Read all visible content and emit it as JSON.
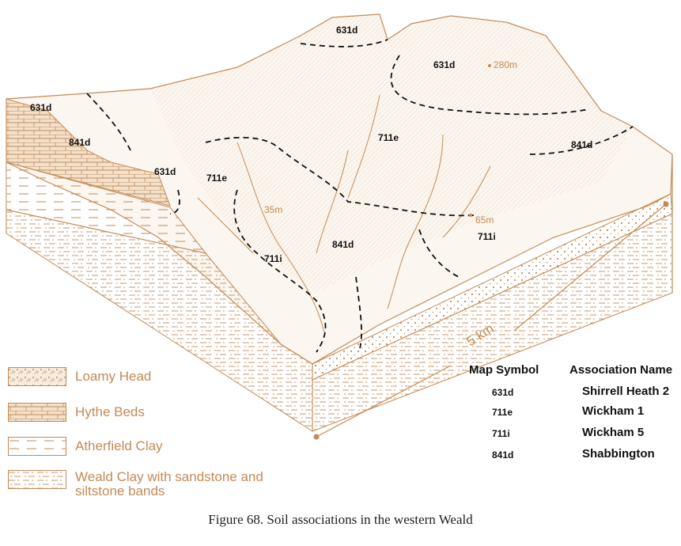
{
  "map_labels": {
    "l631_top": "631d",
    "l631_hill": "631d",
    "l631_left": "631d",
    "l631_mid": "631d",
    "l841_left": "841d",
    "l841_right": "841d",
    "l841_center": "841d",
    "l711e_center": "711e",
    "l711e_left": "711e",
    "l711i_left": "711i",
    "l711i_right": "711i"
  },
  "elevations": {
    "e280": "280m",
    "e35": "35m",
    "e65": "65m"
  },
  "scale_label": "5 km",
  "legend": [
    {
      "label": "Loamy Head"
    },
    {
      "label": "Hythe Beds"
    },
    {
      "label": "Atherfield Clay"
    },
    {
      "label": "Weald Clay with sandstone and siltstone bands"
    }
  ],
  "table": {
    "header_symbol": "Map Symbol",
    "header_name": "Association Name",
    "rows": [
      {
        "symbol": "631d",
        "name": "Shirrell Heath 2"
      },
      {
        "symbol": "711e",
        "name": "Wickham 1"
      },
      {
        "symbol": "711i",
        "name": "Wickham 5"
      },
      {
        "symbol": "841d",
        "name": "Shabbington"
      }
    ]
  },
  "caption": "Figure 68. Soil associations in the western Weald",
  "colors": {
    "line": "#c48a55",
    "fill_light": "#f6ecdf",
    "boundary": "#111111"
  }
}
